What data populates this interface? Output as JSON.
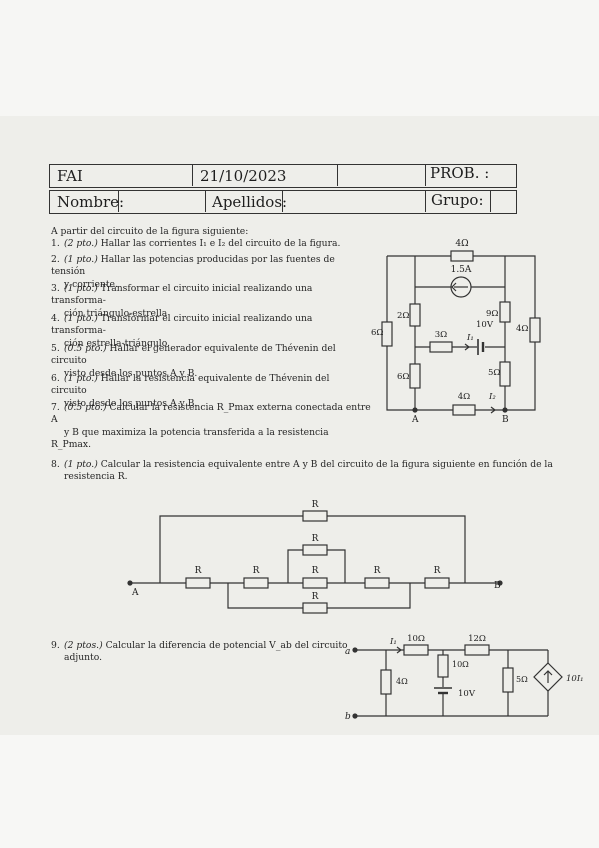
{
  "header": {
    "row1": {
      "course": "FAI",
      "date": "21/10/2023",
      "prob_label": "PROB. :"
    },
    "row2": {
      "name_label": "Nombre:",
      "surname_label": "Apellidos:",
      "group_label": "Grupo:"
    }
  },
  "intro": "A partir del circuito de la figura siguiente:",
  "questions": [
    {
      "num": "1.",
      "pts": "(2 pto.)",
      "lines": [
        "Hallar las corrientes I₁ e I₂ del circuito de la figura."
      ]
    },
    {
      "num": "2.",
      "pts": "(1 pto.)",
      "lines": [
        "Hallar las potencias producidas por las fuentes de tensión",
        "y corriente."
      ]
    },
    {
      "num": "3.",
      "pts": "(1 pto.)",
      "lines": [
        "Transformar el circuito inicial realizando una transforma-",
        "ción triángulo-estrella"
      ]
    },
    {
      "num": "4.",
      "pts": "(1 pto.)",
      "lines": [
        "Transformar el circuito inicial realizando una transforma-",
        "ción estrella-triángulo."
      ]
    },
    {
      "num": "5.",
      "pts": "(0.5 pto.)",
      "lines": [
        "Hallar el generador equivalente de Thévenin del circuito",
        "visto desde los puntos A y B."
      ]
    },
    {
      "num": "6.",
      "pts": "(1 pto.)",
      "lines": [
        "Hallar la resistencia equivalente de Thévenin del circuito",
        "visto desde los puntos A y B."
      ]
    },
    {
      "num": "7.",
      "pts": "(0.5 pto.)",
      "lines": [
        "Calcular la resistencia R_Pmax externa conectada entre A",
        "y B que maximiza la potencia transferida a la resistencia R_Pmax."
      ]
    },
    {
      "num": "8.",
      "pts": "(1 pto.)",
      "lines": [
        "Calcular la resistencia equivalente entre A y B del circuito de la figura siguiente en función de la",
        "resistencia R."
      ]
    },
    {
      "num": "9.",
      "pts": "(2 ptos.)",
      "lines": [
        "Calcular la diferencia de potencial V_ab del circuito",
        "adjunto."
      ]
    }
  ],
  "circuit1": {
    "r_top": "4Ω",
    "src_current": "1.5A",
    "r_2": "2Ω",
    "r_9": "9Ω",
    "v_src": "10V",
    "r_6_outer": "6Ω",
    "r_3": "3Ω",
    "i1": "I₁",
    "r_4_right": "4Ω",
    "r_6_inner": "6Ω",
    "r_5": "5Ω",
    "r_4_bottom": "4Ω",
    "i2": "I₂",
    "node_a": "A",
    "node_b": "B"
  },
  "circuit2": {
    "r_top": "R",
    "r_mid_top": "R",
    "r_mid": "R",
    "r_1": "R",
    "r_2": "R",
    "r_3": "R",
    "r_4": "R",
    "r_bottom": "R",
    "node_a": "A",
    "node_b": "B"
  },
  "circuit3": {
    "node_a": "a",
    "node_b": "b",
    "i1": "I₁",
    "r_10_top": "10Ω",
    "r_12": "12Ω",
    "r_4": "4Ω",
    "r_10_mid": "10Ω",
    "v_src": "10V",
    "r_5": "5Ω",
    "dep_src": "10I₁"
  }
}
